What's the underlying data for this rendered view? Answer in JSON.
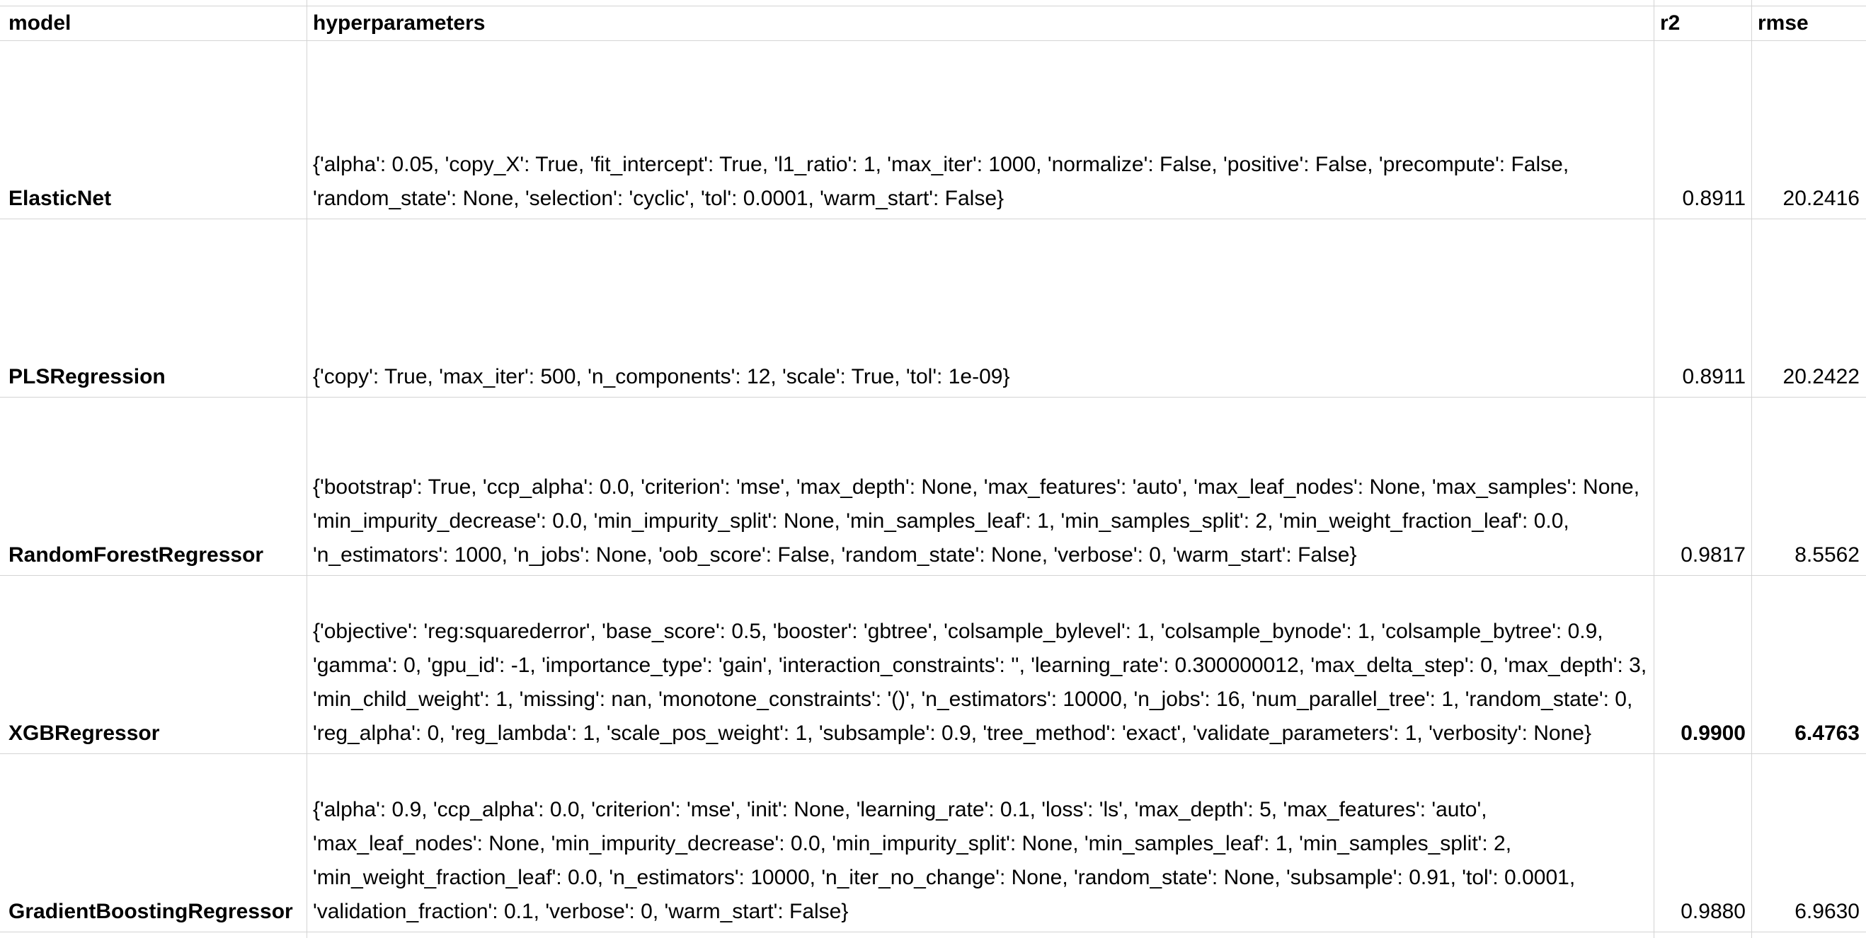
{
  "columns": {
    "model": "model",
    "hyperparameters": "hyperparameters",
    "r2": "r2",
    "rmse": "rmse"
  },
  "rows": [
    {
      "model": "ElasticNet",
      "hyperparameters": "{'alpha': 0.05, 'copy_X': True, 'fit_intercept': True, 'l1_ratio': 1, 'max_iter': 1000, 'normalize': False, 'positive': False, 'precompute': False, 'random_state': None, 'selection': 'cyclic', 'tol': 0.0001, 'warm_start': False}",
      "r2": "0.8911",
      "rmse": "20.2416",
      "bold_metrics": false
    },
    {
      "model": "PLSRegression",
      "hyperparameters": "{'copy': True, 'max_iter': 500, 'n_components': 12, 'scale': True, 'tol': 1e-09}",
      "r2": "0.8911",
      "rmse": "20.2422",
      "bold_metrics": false
    },
    {
      "model": "RandomForestRegressor",
      "hyperparameters": "{'bootstrap': True, 'ccp_alpha': 0.0, 'criterion': 'mse', 'max_depth': None, 'max_features': 'auto', 'max_leaf_nodes': None, 'max_samples': None, 'min_impurity_decrease': 0.0, 'min_impurity_split': None, 'min_samples_leaf': 1, 'min_samples_split': 2, 'min_weight_fraction_leaf': 0.0, 'n_estimators': 1000, 'n_jobs': None, 'oob_score': False, 'random_state': None, 'verbose': 0, 'warm_start': False}",
      "r2": "0.9817",
      "rmse": "8.5562",
      "bold_metrics": false
    },
    {
      "model": "XGBRegressor",
      "hyperparameters": "{'objective': 'reg:squarederror', 'base_score': 0.5, 'booster': 'gbtree', 'colsample_bylevel': 1, 'colsample_bynode': 1, 'colsample_bytree': 0.9, 'gamma': 0, 'gpu_id': -1, 'importance_type': 'gain', 'interaction_constraints': '', 'learning_rate': 0.300000012, 'max_delta_step': 0, 'max_depth': 3, 'min_child_weight': 1, 'missing': nan, 'monotone_constraints': '()', 'n_estimators': 10000, 'n_jobs': 16, 'num_parallel_tree': 1, 'random_state': 0, 'reg_alpha': 0, 'reg_lambda': 1, 'scale_pos_weight': 1, 'subsample': 0.9, 'tree_method': 'exact', 'validate_parameters': 1, 'verbosity': None}",
      "r2": "0.9900",
      "rmse": "6.4763",
      "bold_metrics": true
    },
    {
      "model": "GradientBoostingRegressor",
      "hyperparameters": "{'alpha': 0.9, 'ccp_alpha': 0.0, 'criterion': 'mse', 'init': None, 'learning_rate': 0.1, 'loss': 'ls', 'max_depth': 5, 'max_features': 'auto', 'max_leaf_nodes': None, 'min_impurity_decrease': 0.0, 'min_impurity_split': None, 'min_samples_leaf': 1, 'min_samples_split': 2, 'min_weight_fraction_leaf': 0.0, 'n_estimators': 10000, 'n_iter_no_change': None, 'random_state': None, 'subsample': 0.91, 'tol': 0.0001, 'validation_fraction': 0.1, 'verbose': 0, 'warm_start': False}",
      "r2": "0.9880",
      "rmse": "6.9630",
      "bold_metrics": false
    }
  ]
}
